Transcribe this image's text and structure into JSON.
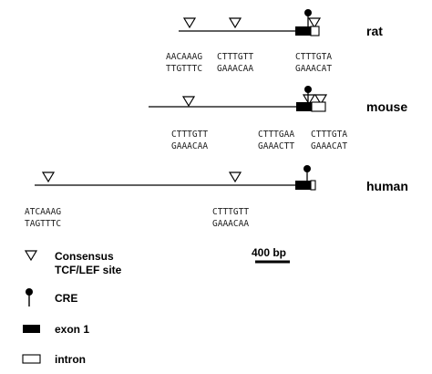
{
  "tracks": {
    "rat": {
      "label": "rat",
      "seq_pairs": [
        {
          "top": "AACAAAG",
          "bottom": "TTGTTTC"
        },
        {
          "top": "CTTTGTT",
          "bottom": "GAAACAA"
        },
        {
          "top": "CTTTGTA",
          "bottom": "GAAACAT"
        }
      ]
    },
    "mouse": {
      "label": "mouse",
      "seq_pairs": [
        {
          "top": "CTTTGTT",
          "bottom": "GAAACAA"
        },
        {
          "top": "CTTTGAA",
          "bottom": "GAAACTT"
        },
        {
          "top": "CTTTGTA",
          "bottom": "GAAACAT"
        }
      ]
    },
    "human": {
      "label": "human",
      "seq_pairs": [
        {
          "top": "ATCAAAG",
          "bottom": "TAGTTTC"
        },
        {
          "top": "CTTTGTT",
          "bottom": "GAAACAA"
        }
      ]
    }
  },
  "scale_bar": {
    "label": "400 bp"
  },
  "legend": {
    "items": [
      {
        "icon": "triangle-down-outline",
        "line1": "Consensus",
        "line2": "TCF/LEF site"
      },
      {
        "icon": "lollipop",
        "line1": "CRE",
        "line2": ""
      },
      {
        "icon": "filled-rectangle",
        "line1": "exon 1",
        "line2": ""
      },
      {
        "icon": "open-rectangle",
        "line1": "intron",
        "line2": ""
      }
    ]
  }
}
